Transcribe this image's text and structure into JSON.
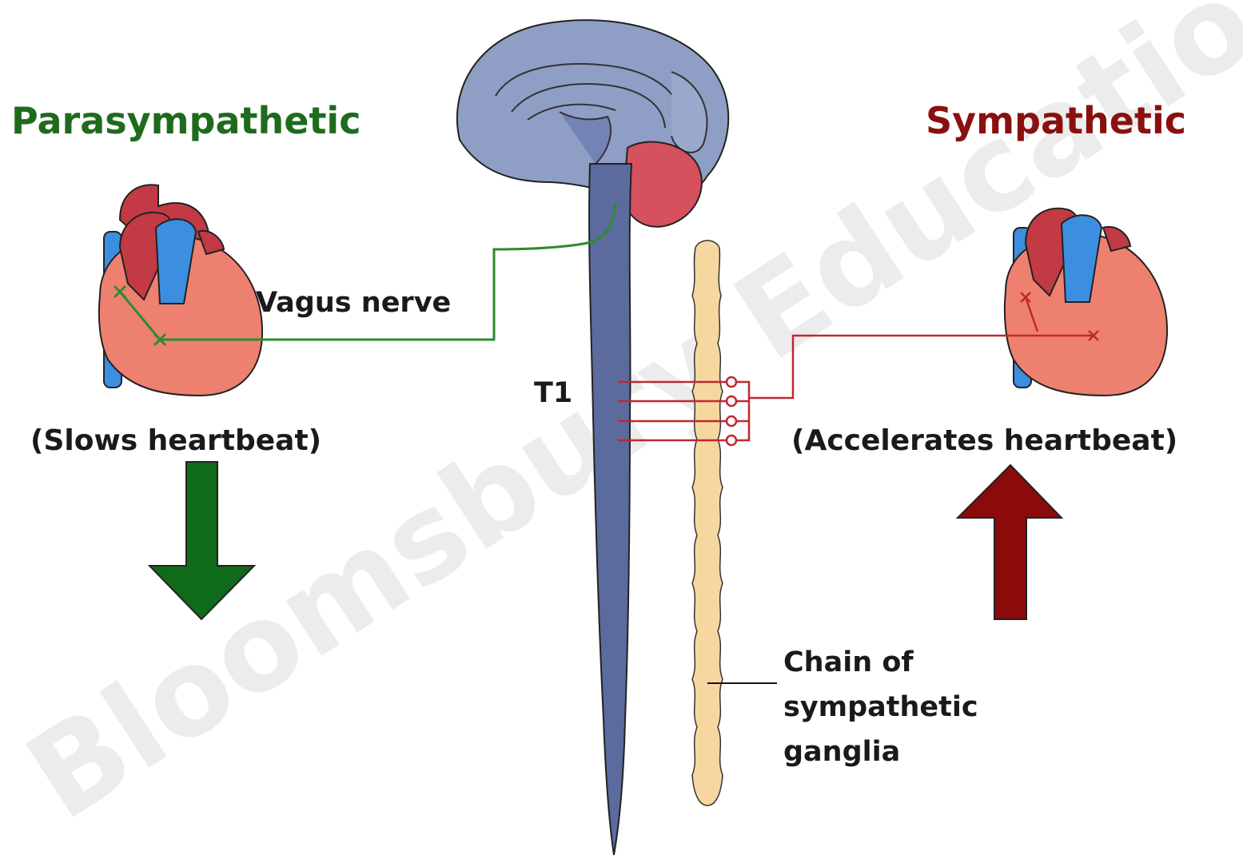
{
  "watermark": "Bloomsbury Educational Ltd",
  "left": {
    "title": "Parasympathetic",
    "title_color": "#1e6b1e",
    "nerve_label": "Vagus nerve",
    "effect": "(Slows heartbeat)",
    "arrow": "arrow-down-icon",
    "arrow_color": "#0f6a1a",
    "nerve_color": "#2e8b2e"
  },
  "right": {
    "title": "Sympathetic",
    "title_color": "#8a1010",
    "effect": "(Accelerates heartbeat)",
    "arrow": "arrow-up-icon",
    "arrow_color": "#8b0a0a",
    "nerve_color": "#c0282e"
  },
  "center": {
    "segment_label": "T1",
    "chain_label_lines": [
      "Chain of",
      "sympathetic",
      "ganglia"
    ]
  },
  "colors": {
    "brain": "#8f9ec4",
    "spinal_cord": "#5b6b9e",
    "cerebellum": "#d6505e",
    "chain": "#f7d7a0",
    "heart": "#ee8070",
    "aorta": "#c23a44",
    "vessel": "#3b8ee0"
  }
}
